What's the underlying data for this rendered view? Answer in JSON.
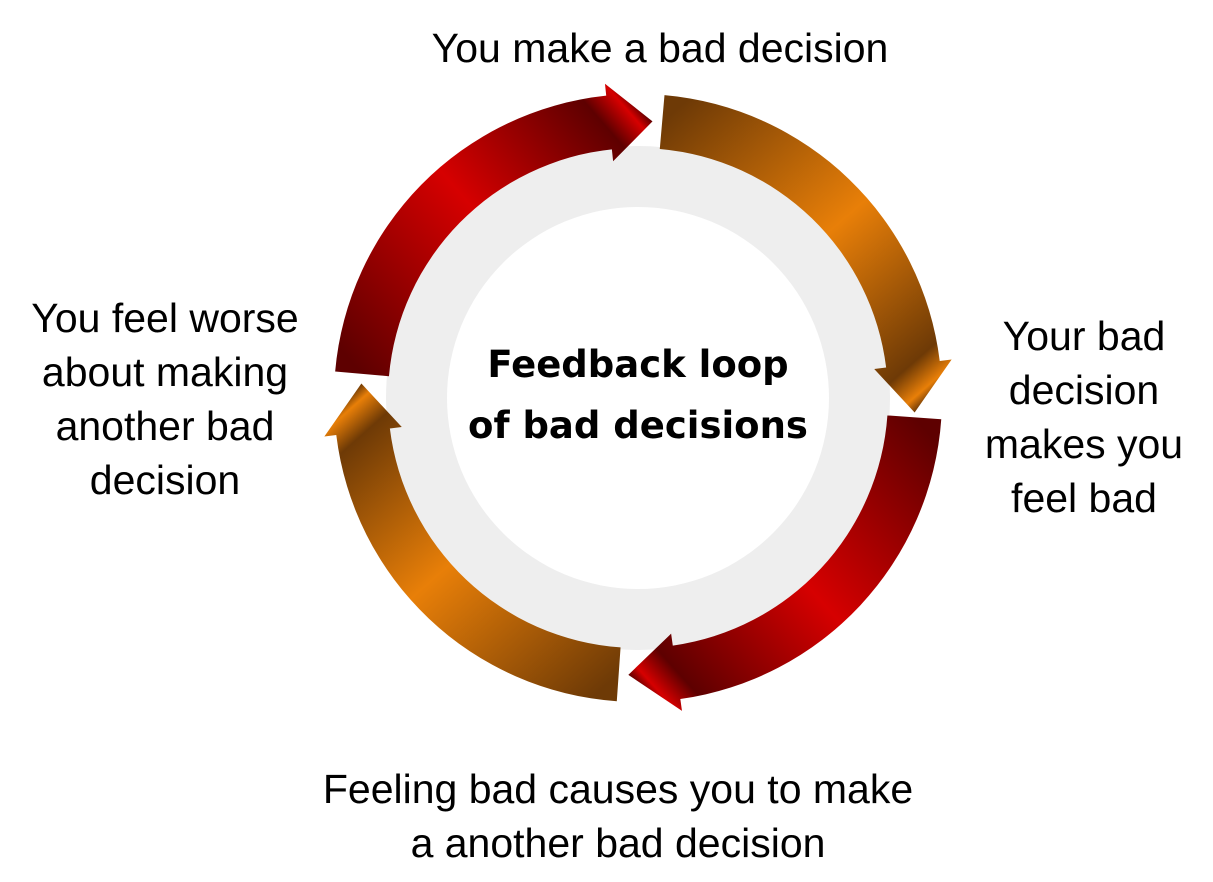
{
  "title": [
    "Feedback loop",
    "of bad decisions"
  ],
  "steps": [
    {
      "lines": [
        "You make a bad decision"
      ]
    },
    {
      "lines": [
        "Your bad",
        "decision",
        "makes you",
        "feel bad"
      ]
    },
    {
      "lines": [
        "Feeling bad causes you to make",
        "a another bad decision"
      ]
    },
    {
      "lines": [
        "You feel worse",
        "about making",
        "another bad",
        "decision"
      ]
    }
  ],
  "colors": {
    "red": [
      "#5e0000",
      "#d60000"
    ],
    "orange": [
      "#6e3a06",
      "#e87f08"
    ],
    "ring": "#eeeeee",
    "center": "#ffffff"
  }
}
